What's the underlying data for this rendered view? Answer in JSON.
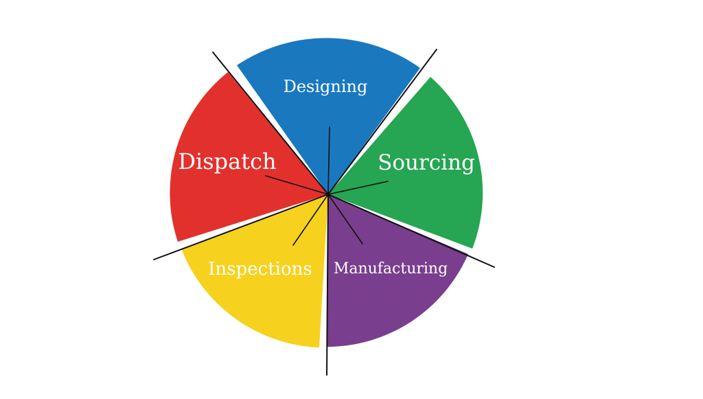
{
  "diagram": {
    "type": "process-wheel",
    "segments": [
      {
        "id": "designing",
        "label": "Designing",
        "color": "#1a78bf"
      },
      {
        "id": "sourcing",
        "label": "Sourcing",
        "color": "#26a552"
      },
      {
        "id": "manufacturing",
        "label": "Manufacturing",
        "color": "#7a3e8e"
      },
      {
        "id": "inspections",
        "label": "Inspections",
        "color": "#f6d21e"
      },
      {
        "id": "dispatch",
        "label": "Dispatch",
        "color": "#e2312d"
      }
    ],
    "label_color": "#ffffff",
    "line_color": "#111111",
    "background": "#ffffff"
  }
}
